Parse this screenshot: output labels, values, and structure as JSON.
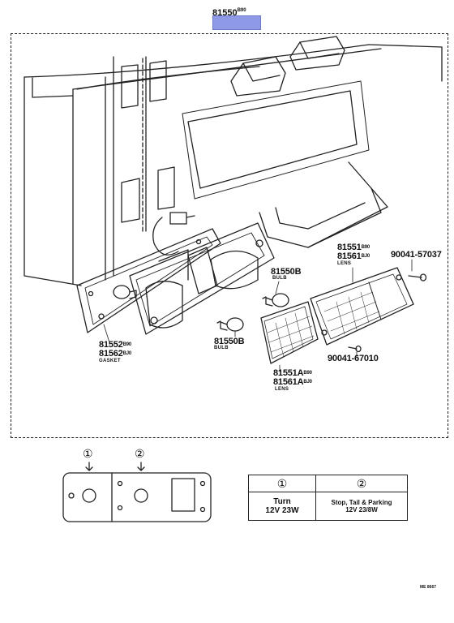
{
  "header": {
    "main_code": "81550",
    "main_suffix": "B90",
    "hl_sub": "..."
  },
  "parts": {
    "lens_r_a": "81551",
    "lens_r_a_sfx": "B90",
    "lens_r_b": "81561",
    "lens_r_b_sfx": "BJ0",
    "lens_r_name": "LENS",
    "screw_top": "90041-57037",
    "bulb_a": "81550B",
    "bulb_a_name": "BULB",
    "bulb_b": "81550B",
    "bulb_b_name": "BULB",
    "gasket_a": "81552",
    "gasket_a_sfx": "B90",
    "gasket_b": "81562",
    "gasket_b_sfx": "BJ0",
    "gasket_name": "GASKET",
    "screw_bottom": "90041-67010",
    "lens_l_a": "81551A",
    "lens_l_a_sfx": "B90",
    "lens_l_b": "81561A",
    "lens_l_b_sfx": "BJ0",
    "lens_l_name": "LENS"
  },
  "legend": {
    "marker_1": "①",
    "marker_2": "②",
    "col1_head": "①",
    "col2_head": "②",
    "col1_line1": "Turn",
    "col1_line2": "12V 23W",
    "col2_line1": "Stop, Tail & Parking",
    "col2_line2": "12V 23/8W"
  },
  "footer": {
    "ref": "ME 8667"
  }
}
